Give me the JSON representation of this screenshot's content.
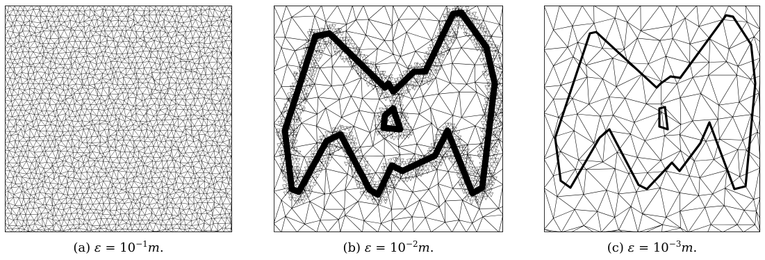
{
  "figure": {
    "panels": [
      {
        "id": "a",
        "caption": {
          "label": "(a)",
          "symbol": "ε",
          "relation": "=",
          "base": "10",
          "exponent": "−1",
          "unit": "m",
          "end": "."
        },
        "mesh_density": "very-fine-uniform",
        "has_interface": false
      },
      {
        "id": "b",
        "caption": {
          "label": "(b)",
          "symbol": "ε",
          "relation": "=",
          "base": "10",
          "exponent": "−2",
          "unit": "m",
          "end": "."
        },
        "mesh_density": "refined-near-interface",
        "has_interface": true
      },
      {
        "id": "c",
        "caption": {
          "label": "(c)",
          "symbol": "ε",
          "relation": "=",
          "base": "10",
          "exponent": "−3",
          "unit": "m",
          "end": "."
        },
        "mesh_density": "coarse-with-thin-interface",
        "has_interface": true
      }
    ],
    "line_color": "#000000",
    "background_color": "#ffffff"
  }
}
